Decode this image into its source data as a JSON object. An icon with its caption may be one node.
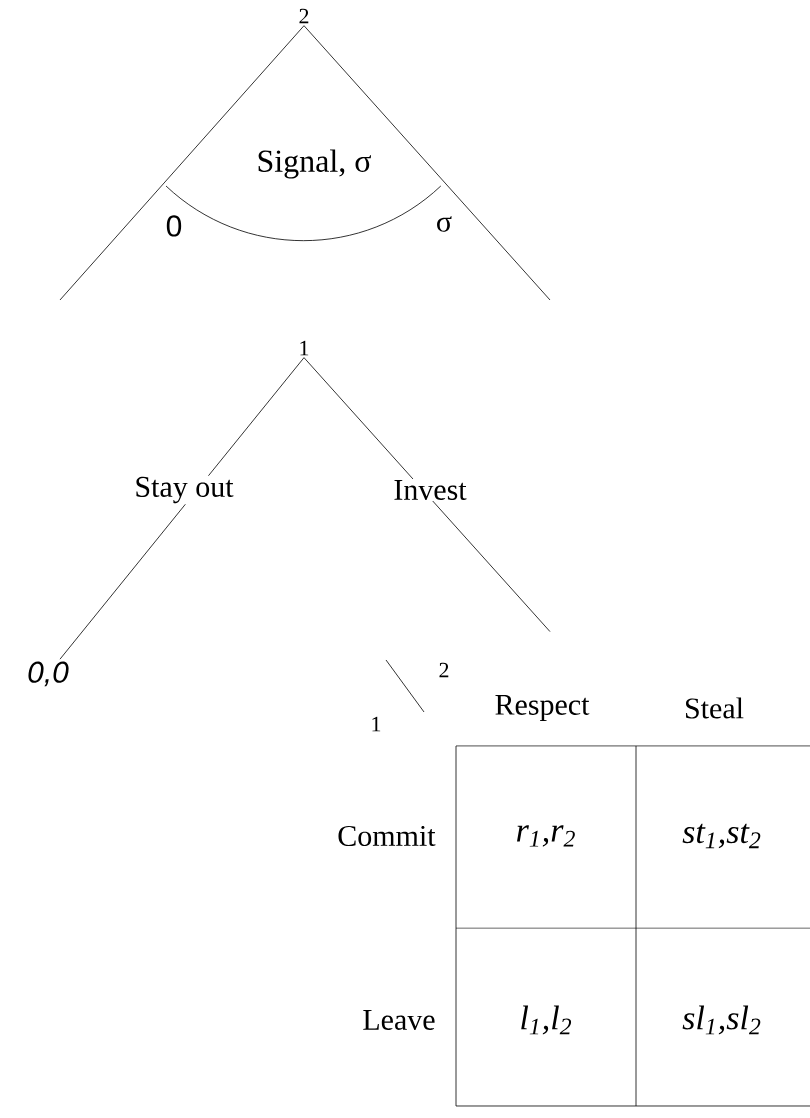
{
  "diagram": {
    "nodes": [
      {
        "text": [
          "2"
        ]
      },
      {
        "text": [
          "1"
        ]
      },
      {
        "text": [
          "0,0"
        ]
      },
      {
        "text": [
          "1",
          "2",
          "Respect",
          "Steal",
          "Commit",
          "r$_{1}$,r$_{2}$",
          "st$_{1}$,st$_{2}$",
          "Leave",
          "l$_{1}$,l$_{2}$",
          "sl$_{1}$,sl$_{2}$"
        ]
      }
    ],
    "edges": [
      {
        "from": 0,
        "to": null,
        "arrow": "none"
      },
      {
        "from": 0,
        "to": null,
        "arrow": "none"
      },
      {
        "from": 1,
        "to": 2,
        "arrow": "none",
        "label": "Stay out"
      },
      {
        "from": 1,
        "to": 3,
        "arrow": "none",
        "label": "Invest"
      }
    ],
    "labels": [
      "Signal, σ",
      "0",
      "σ"
    ]
  }
}
